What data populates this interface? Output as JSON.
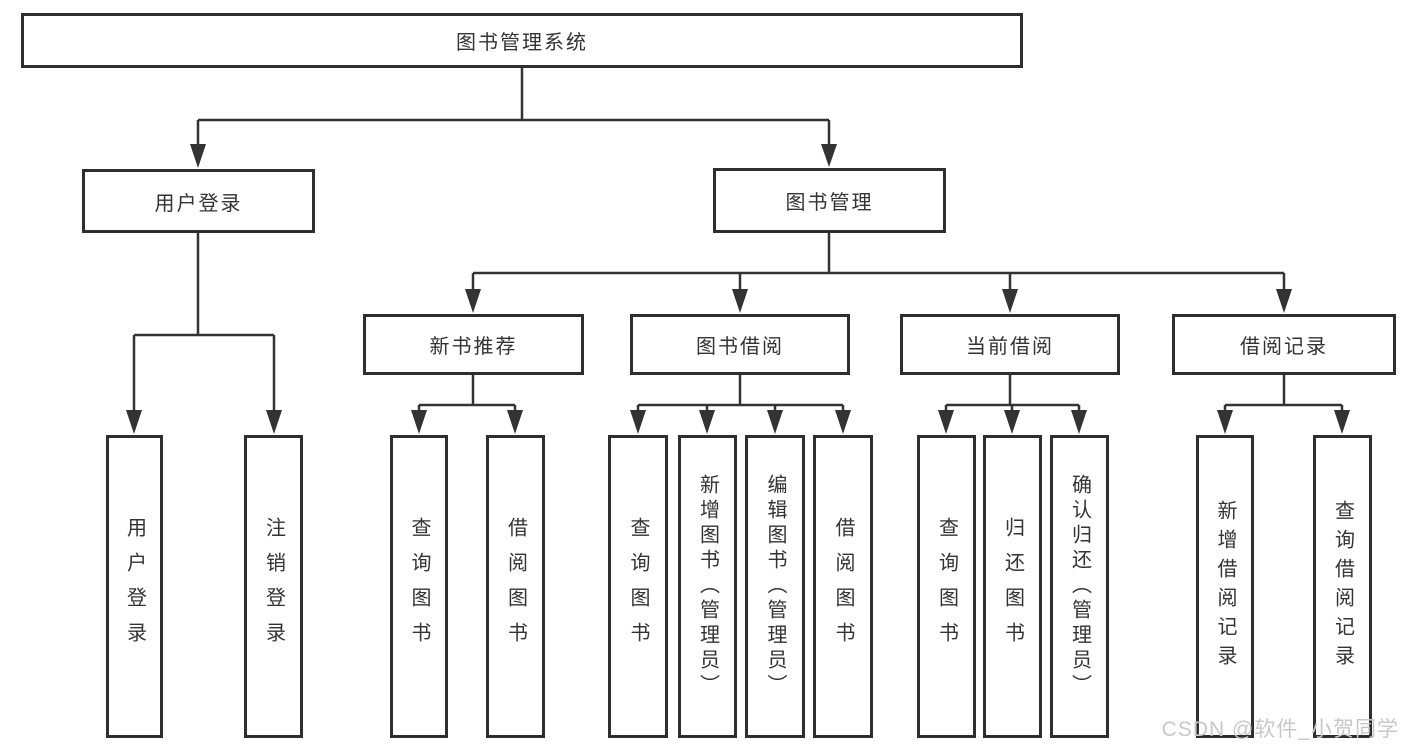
{
  "diagram": {
    "title": "图书管理系统",
    "level2": {
      "user_login": "用户登录",
      "book_management": "图书管理"
    },
    "level3": {
      "new_book_recommend": "新书推荐",
      "book_borrow": "图书借阅",
      "current_borrow": "当前借阅",
      "borrow_record": "借阅记录"
    },
    "leaves": {
      "user_login_1": "用户登录",
      "user_login_2": "注销登录",
      "recommend_1": "查询图书",
      "recommend_2": "借阅图书",
      "borrow_1": "查询图书",
      "borrow_2": "新增图书（管理员）",
      "borrow_3": "编辑图书（管理员）",
      "borrow_4": "借阅图书",
      "current_1": "查询图书",
      "current_2": "归还图书",
      "current_3": "确认归还（管理员）",
      "record_1": "新增借阅记录",
      "record_2": "查询借阅记录"
    }
  },
  "watermark": "CSDN @软件_小贺同学",
  "colors": {
    "line": "#333333",
    "box_border": "#2e2e2e",
    "box_fill": "#ffffff",
    "text": "#333333",
    "watermark": "#c8c8c8"
  }
}
